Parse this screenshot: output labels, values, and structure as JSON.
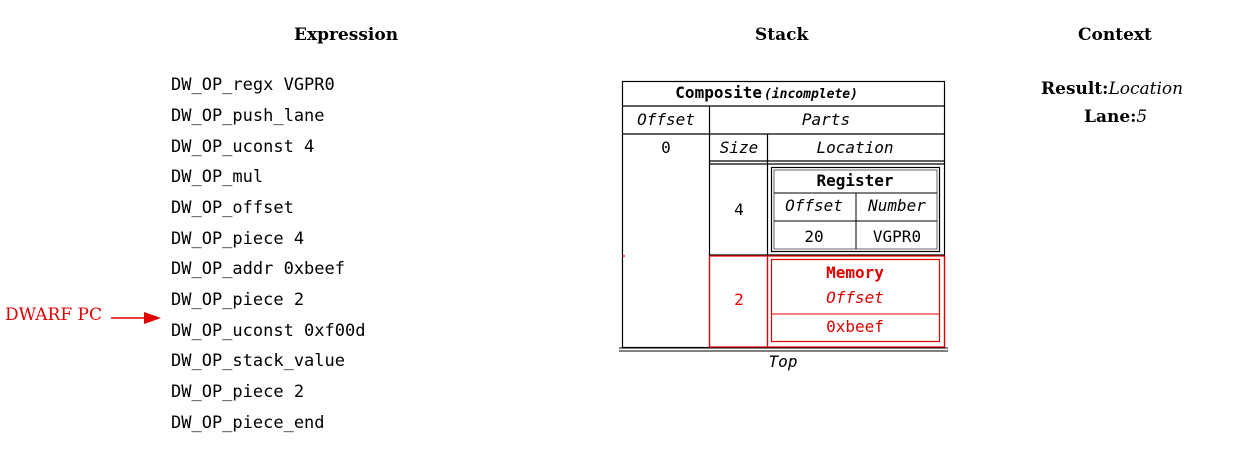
{
  "headings": {
    "expression": "Expression",
    "stack": "Stack",
    "context": "Context"
  },
  "expression": {
    "instructions": [
      "DW_OP_regx VGPR0",
      "DW_OP_push_lane",
      "DW_OP_uconst 4",
      "DW_OP_mul",
      "DW_OP_offset",
      "DW_OP_piece 4",
      "DW_OP_addr 0xbeef",
      "DW_OP_piece 2",
      "DW_OP_uconst 0xf00d",
      "DW_OP_stack_value",
      "DW_OP_piece 2",
      "DW_OP_piece_end"
    ],
    "pc_label": "DWARF PC",
    "pc_index": 8
  },
  "stack": {
    "composite": {
      "title": "Composite",
      "status": "(incomplete)",
      "offset_header": "Offset",
      "offset_value": "0",
      "parts_header": "Parts",
      "size_header": "Size",
      "location_header": "Location"
    },
    "parts": [
      {
        "size": "4",
        "kind": "Register",
        "offset_header": "Offset",
        "number_header": "Number",
        "offset_value": "20",
        "number_value": "VGPR0"
      },
      {
        "size": "2",
        "kind": "Memory",
        "offset_header": "Offset",
        "offset_value": "0xbeef"
      }
    ],
    "top_label": "Top"
  },
  "context": {
    "result_label": "Result:",
    "result_value": "Location",
    "lane_label": "Lane:",
    "lane_value": "5"
  },
  "colors": {
    "highlight": "#e00000",
    "text": "#000000"
  }
}
